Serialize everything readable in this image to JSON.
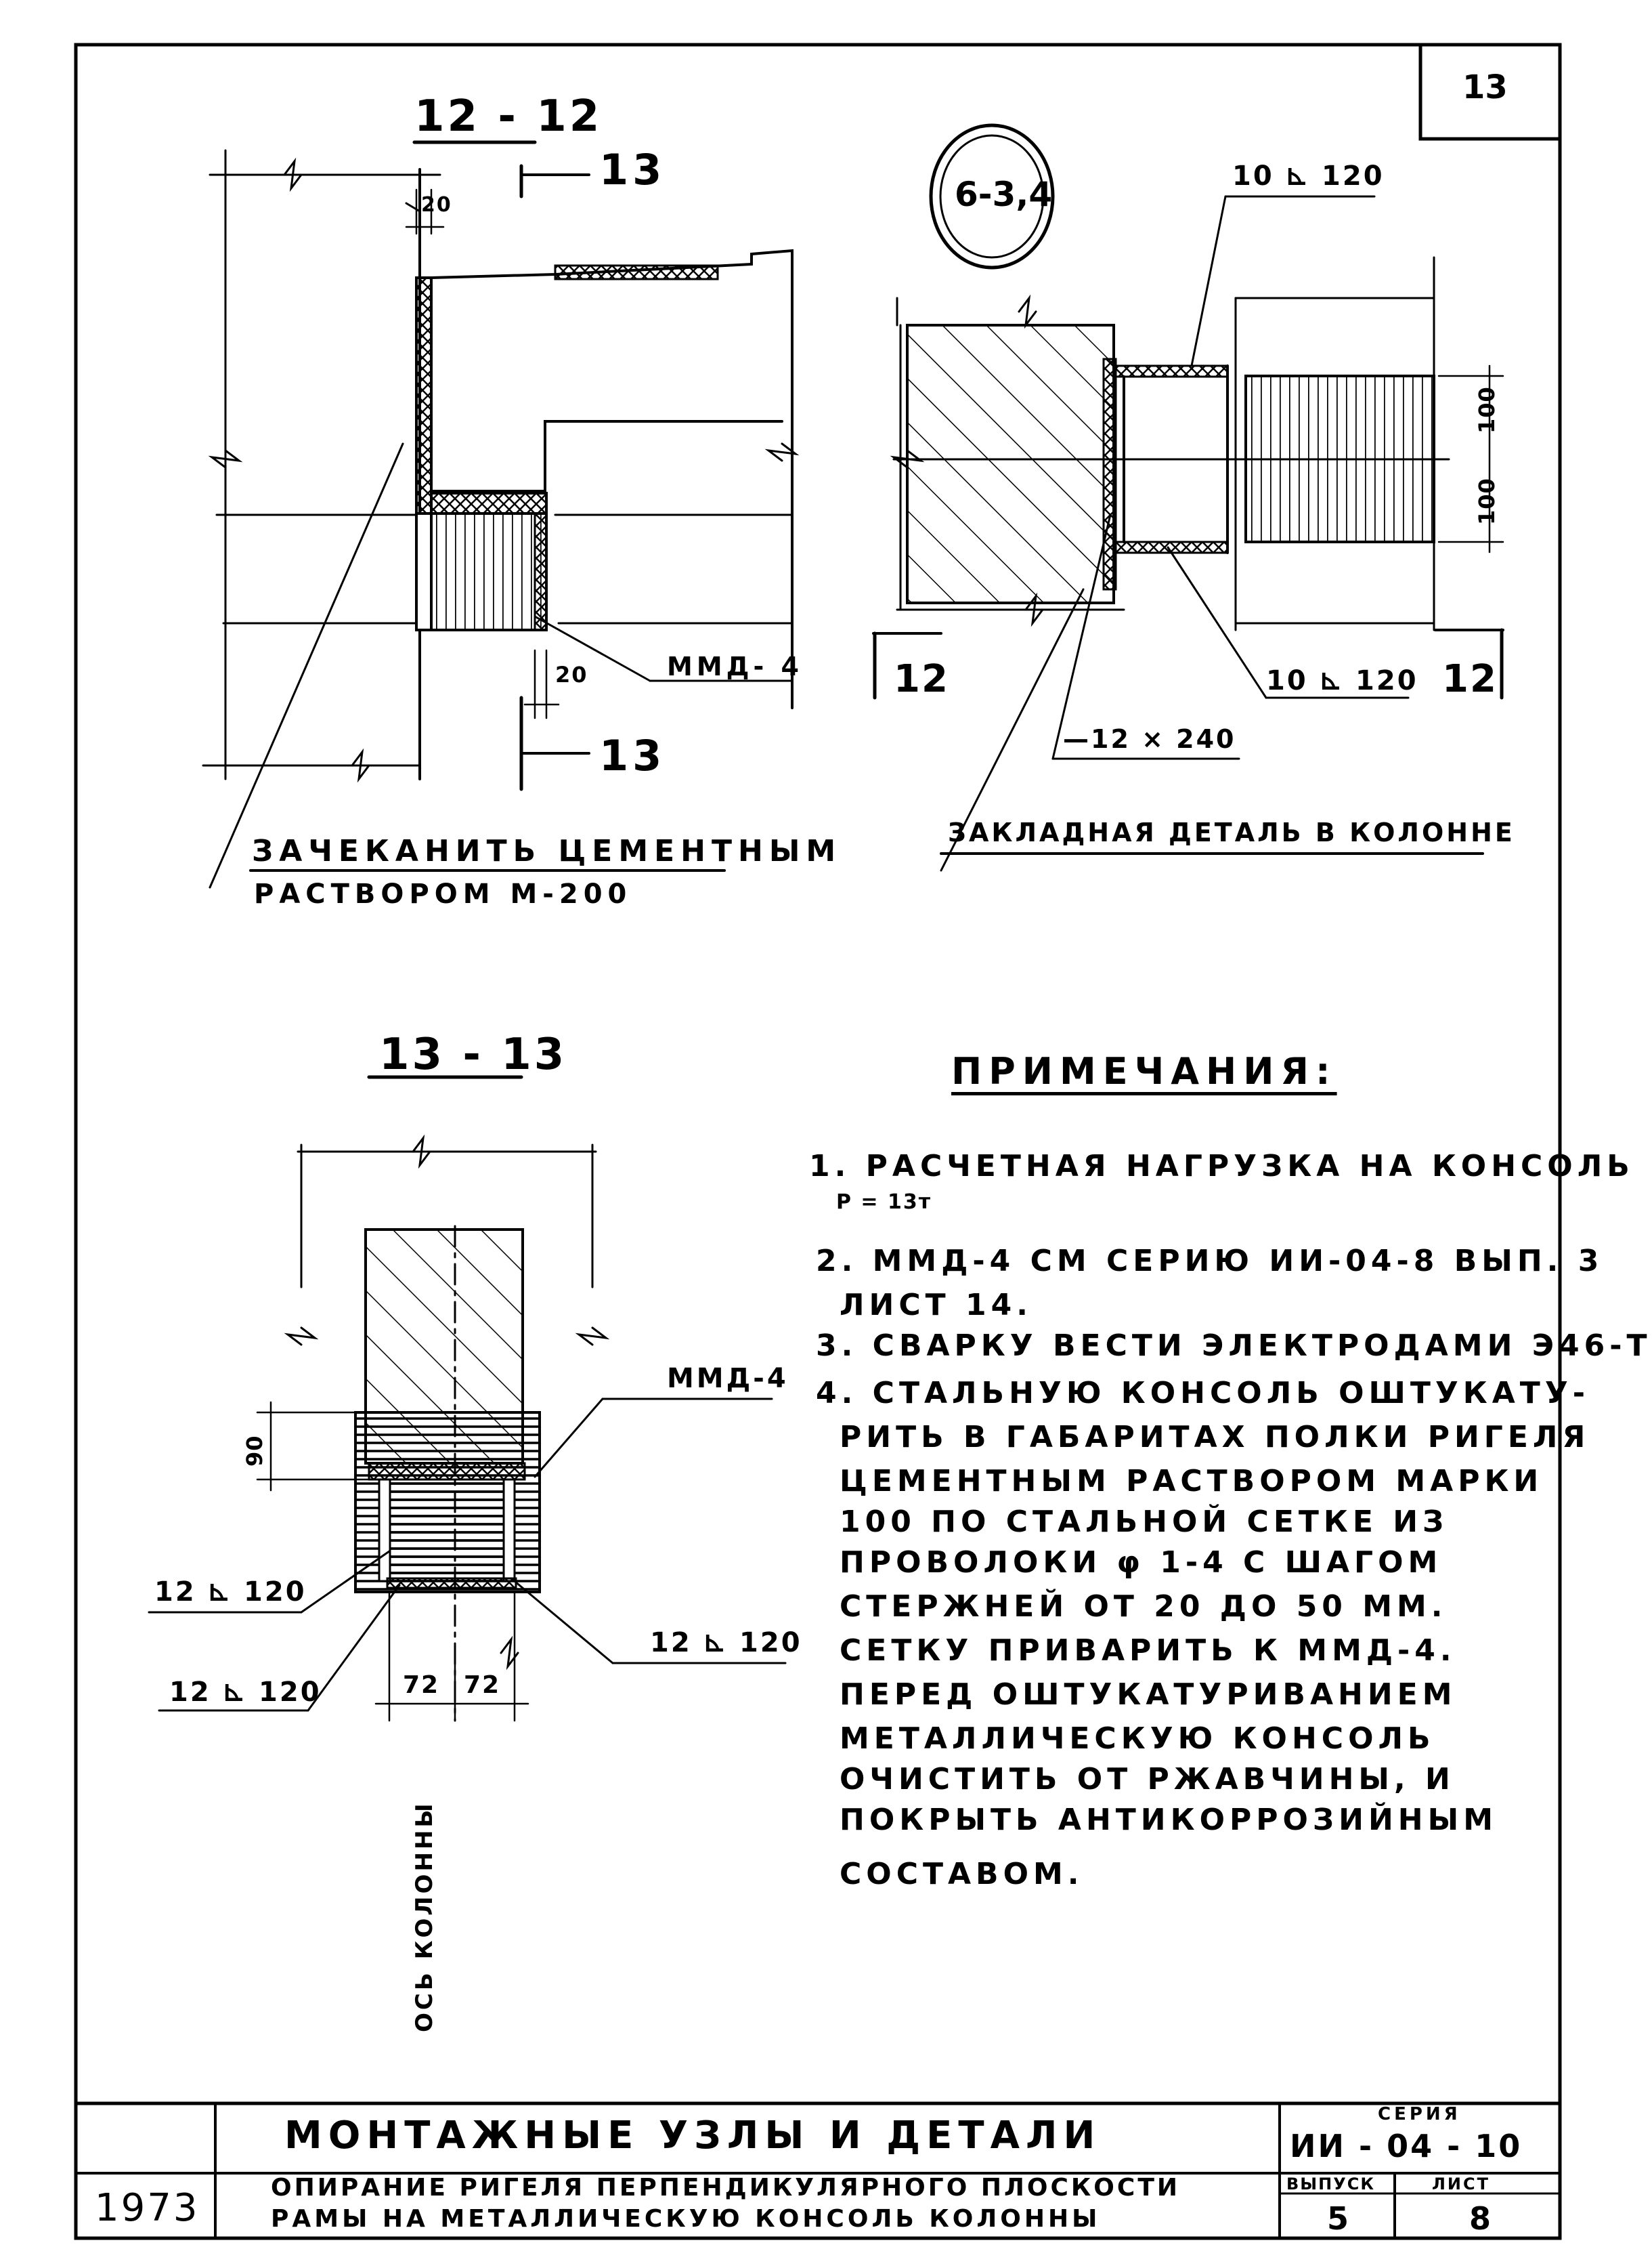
{
  "sheet_number": "13",
  "section_12": {
    "title": "12 - 12",
    "cut_label_top": "13",
    "cut_label_bottom": "13",
    "dim_top": "20",
    "dim_bottom": "20",
    "label_mmd": "ММД- 4",
    "leader_line1": "ЗАЧЕКАНИТЬ ЦЕМЕНТНЫМ",
    "leader_line2": "РАСТВОРОМ    М-200"
  },
  "node_6": {
    "circle_label": "6-3,4",
    "weld_top": "10 ⊾ 120",
    "weld_bottom": "10 ⊾ 120",
    "plate": "—12 × 240",
    "dim_100_top": "100",
    "dim_100_bottom": "100",
    "cut_left": "12",
    "cut_right": "12",
    "leader_text": "ЗАКЛАДНАЯ ДЕТАЛЬ В КОЛОННЕ"
  },
  "section_13": {
    "title": "13 - 13",
    "label_mmd": "ММД-4",
    "dim_90": "90",
    "weld_left_upper": "12 ⊾ 120",
    "weld_left_lower": "12 ⊾ 120",
    "weld_right": "12 ⊾ 120",
    "dim_72_left": "72",
    "dim_72_right": "72",
    "axis_label": "ОСЬ КОЛОННЫ"
  },
  "notes": {
    "heading": "ПРИМЕЧАНИЯ:",
    "lines": [
      "1. РАСЧЕТНАЯ НАГРУЗКА НА КОНСОЛЬ",
      "2. ММД-4 СМ СЕРИЮ ИИ-04-8 ВЫП. 3",
      "ЛИСТ  14.",
      "3. СВАРКУ ВЕСТИ ЭЛЕКТРОДАМИ Э46-Т",
      "4. СТАЛЬНУЮ КОНСОЛЬ ОШТУКАТУ-",
      "РИТЬ В ГАБАРИТАХ ПОЛКИ РИГЕЛЯ",
      "ЦЕМЕНТНЫМ РАСТВОРОМ МАРКИ",
      "100 ПО СТАЛЬНОЙ СЕТКЕ ИЗ",
      "ПРОВОЛОКИ  φ 1-4 С ШАГОМ",
      "СТЕРЖНЕЙ ОТ 20 ДО 50 ММ.",
      "СЕТКУ ПРИВАРИТЬ К ММД-4.",
      "ПЕРЕД ОШТУКАТУРИВАНИЕМ",
      "МЕТАЛЛИЧЕСКУЮ КОНСОЛЬ",
      "ОЧИСТИТЬ ОТ РЖАВЧИНЫ, И",
      "ПОКРЫТЬ АНТИКОРРОЗИЙНЫМ",
      "СОСТАВОМ."
    ],
    "load_value": "Р = 13т"
  },
  "title_block": {
    "year": "1973",
    "main_title": "МОНТАЖНЫЕ  УЗЛЫ  И  ДЕТАЛИ",
    "subtitle_line1": "ОПИРАНИЕ РИГЕЛЯ ПЕРПЕНДИКУЛЯРНОГО ПЛОСКОСТИ",
    "subtitle_line2": "РАМЫ НА МЕТАЛЛИЧЕСКУЮ КОНСОЛЬ КОЛОННЫ",
    "series_label": "СЕРИЯ",
    "series_value": "ИИ - 04 - 10",
    "issue_label": "ВЫПУСК",
    "issue_value": "5",
    "sheet_label": "ЛИСТ",
    "sheet_value": "8"
  }
}
